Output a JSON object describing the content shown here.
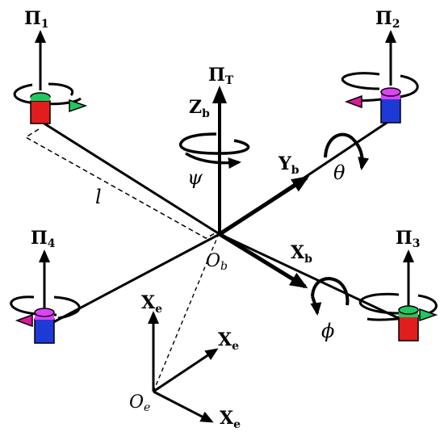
{
  "rotors": {
    "r1": {
      "label": "Π",
      "sub": "1",
      "top_color": "#22c55e",
      "body_color": "#e11d1d",
      "arrow_color": "#22c55e"
    },
    "r2": {
      "label": "Π",
      "sub": "2",
      "top_color": "#e040fb",
      "body_color": "#1d3ad6",
      "arrow_color": "#d81b9a"
    },
    "r3": {
      "label": "Π",
      "sub": "3",
      "top_color": "#22c55e",
      "body_color": "#e11d1d",
      "arrow_color": "#22c55e"
    },
    "r4": {
      "label": "Π",
      "sub": "4",
      "top_color": "#e040fb",
      "body_color": "#1d3ad6",
      "arrow_color": "#d81b9a"
    }
  },
  "total_thrust": {
    "label": "Π",
    "sub": "T"
  },
  "body_axes": {
    "z": {
      "label": "Z",
      "sub": "b"
    },
    "y": {
      "label": "Y",
      "sub": "b"
    },
    "x": {
      "label": "X",
      "sub": "b"
    }
  },
  "earth_axes": {
    "a": {
      "label": "X",
      "sub": "e"
    },
    "b": {
      "label": "X",
      "sub": "e"
    },
    "c": {
      "label": "X",
      "sub": "e"
    }
  },
  "angles": {
    "yaw": "ψ",
    "pitch": "θ",
    "roll": "ϕ"
  },
  "arm_length": "l",
  "origins": {
    "body": {
      "label": "O",
      "sub": "b"
    },
    "earth": {
      "label": "O",
      "sub": "e"
    }
  }
}
